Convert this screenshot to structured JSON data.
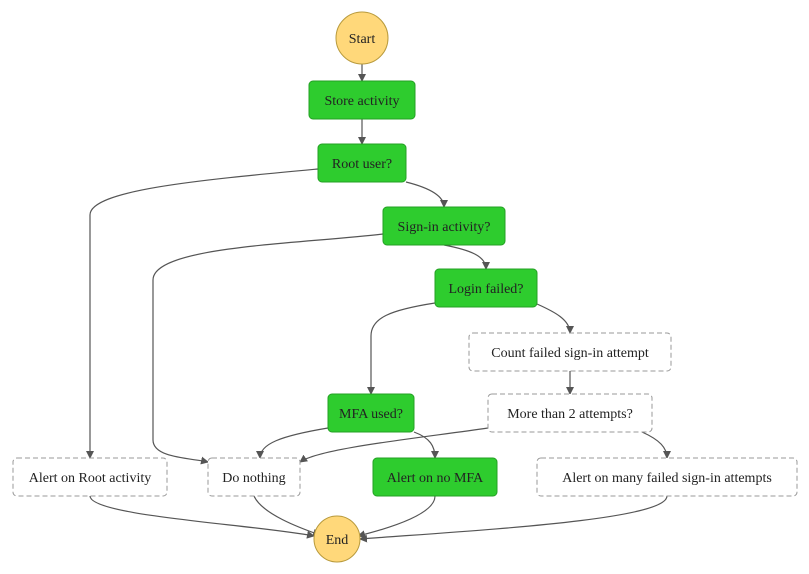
{
  "colors": {
    "background": "#ffffff",
    "terminal_fill": "#ffd87a",
    "terminal_stroke": "#b89a3c",
    "task_fill": "#2ecc2e",
    "task_stroke": "#24a024",
    "inactive_fill": "#ffffff",
    "inactive_stroke": "#9a9a9a",
    "edge": "#555555",
    "text": "#222222"
  },
  "nodes": [
    {
      "id": "start",
      "label": "Start",
      "kind": "terminal"
    },
    {
      "id": "store",
      "label": "Store activity",
      "kind": "task"
    },
    {
      "id": "root",
      "label": "Root user?",
      "kind": "task"
    },
    {
      "id": "signin",
      "label": "Sign-in activity?",
      "kind": "task"
    },
    {
      "id": "loginfail",
      "label": "Login failed?",
      "kind": "task"
    },
    {
      "id": "count",
      "label": "Count failed sign-in attempt",
      "kind": "inactive"
    },
    {
      "id": "more2",
      "label": "More than 2 attempts?",
      "kind": "inactive"
    },
    {
      "id": "mfa",
      "label": "MFA used?",
      "kind": "task"
    },
    {
      "id": "alertroot",
      "label": "Alert on Root activity",
      "kind": "inactive"
    },
    {
      "id": "nothing",
      "label": "Do nothing",
      "kind": "inactive"
    },
    {
      "id": "alertmfa",
      "label": "Alert on no MFA",
      "kind": "task"
    },
    {
      "id": "alertmany",
      "label": "Alert on many failed sign-in attempts",
      "kind": "inactive"
    },
    {
      "id": "end",
      "label": "End",
      "kind": "terminal"
    }
  ],
  "edges": [
    {
      "from": "start",
      "to": "store"
    },
    {
      "from": "store",
      "to": "root"
    },
    {
      "from": "root",
      "to": "alertroot"
    },
    {
      "from": "root",
      "to": "signin"
    },
    {
      "from": "signin",
      "to": "nothing"
    },
    {
      "from": "signin",
      "to": "loginfail"
    },
    {
      "from": "loginfail",
      "to": "mfa"
    },
    {
      "from": "loginfail",
      "to": "count"
    },
    {
      "from": "count",
      "to": "more2"
    },
    {
      "from": "more2",
      "to": "nothing"
    },
    {
      "from": "more2",
      "to": "alertmany"
    },
    {
      "from": "mfa",
      "to": "nothing"
    },
    {
      "from": "mfa",
      "to": "alertmfa"
    },
    {
      "from": "alertroot",
      "to": "end"
    },
    {
      "from": "nothing",
      "to": "end"
    },
    {
      "from": "alertmfa",
      "to": "end"
    },
    {
      "from": "alertmany",
      "to": "end"
    }
  ]
}
